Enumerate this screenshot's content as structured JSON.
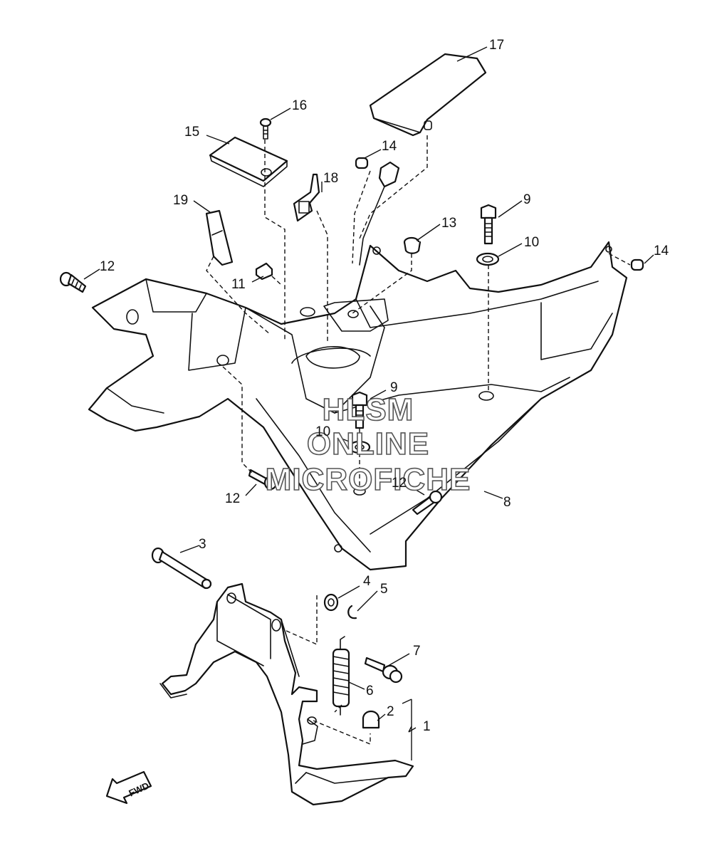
{
  "callouts": {
    "c1": "1",
    "c2": "2",
    "c3": "3",
    "c4": "4",
    "c5": "5",
    "c6": "6",
    "c7": "7",
    "c8": "8",
    "c9a": "9",
    "c9b": "9",
    "c10a": "10",
    "c10b": "10",
    "c11": "11",
    "c12a": "12",
    "c12b": "12",
    "c12c": "12",
    "c13": "13",
    "c14a": "14",
    "c14b": "14",
    "c15": "15",
    "c16": "16",
    "c17": "17",
    "c18": "18",
    "c19": "19"
  },
  "watermark": {
    "line1": "HLSM",
    "line2": "ONLINE",
    "line3": "MICROFICHE"
  },
  "direction": {
    "label": "FWD"
  },
  "icons": {
    "direction_arrow": "fwd-arrow-icon"
  }
}
